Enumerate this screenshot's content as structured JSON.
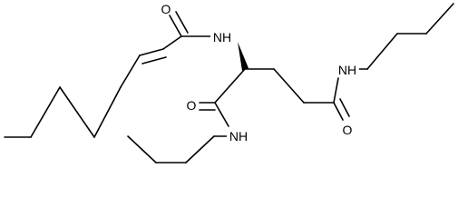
{
  "molecule": {
    "atom_labels": {
      "o_enamide": "O",
      "nh_alpha": "NH",
      "nh_side": "NH",
      "o_side": "O",
      "o_alpha": "O",
      "nh_alpha_amide": "NH"
    },
    "colors": {
      "bond": "#000000",
      "label": "#000000",
      "background": "#ffffff"
    }
  }
}
